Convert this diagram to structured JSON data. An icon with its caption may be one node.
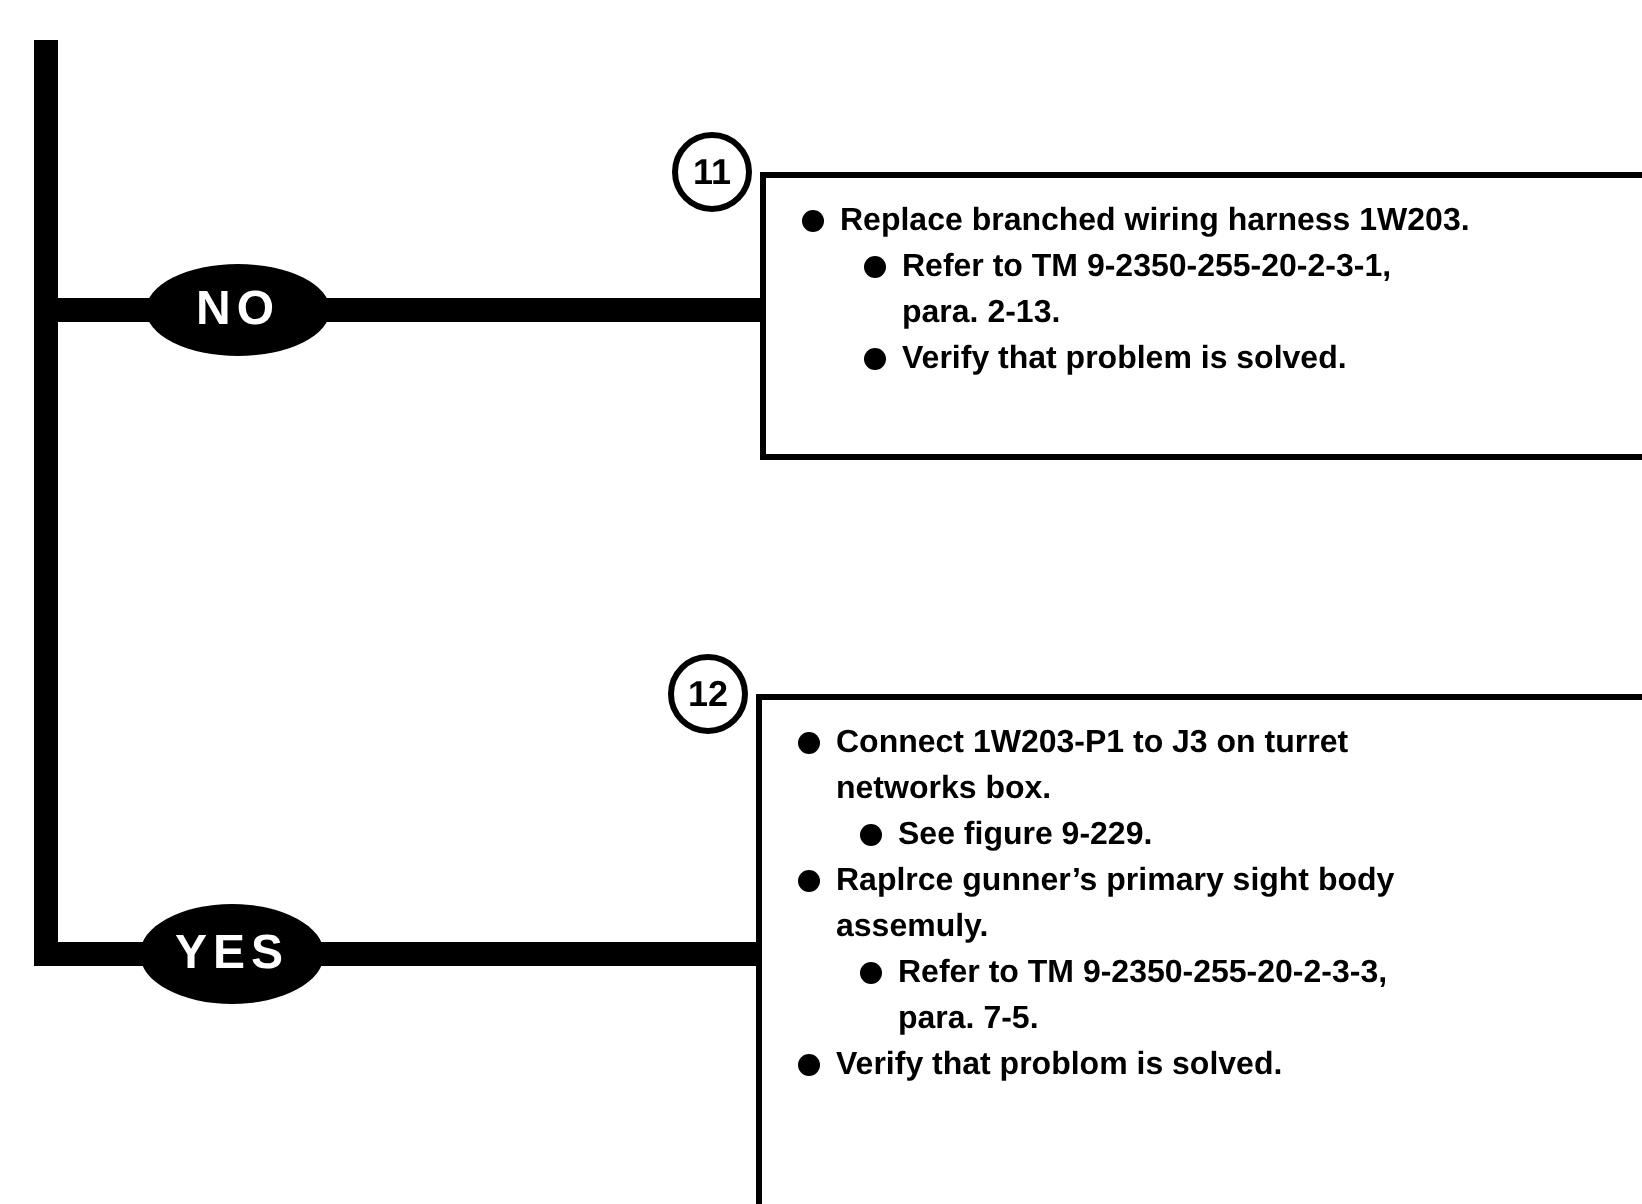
{
  "diagram": {
    "nodes": [
      {
        "text": [
          "NO"
        ]
      },
      {
        "text": [
          "11",
          "Replace branched wiring harness 1W203.",
          "Refer to TM 9-2350-255-20-2-3-1, para. 2-13.",
          "Verify that problem is solved."
        ]
      },
      {
        "text": [
          "YES"
        ]
      },
      {
        "text": [
          "12",
          "Connect 1W203-P1 to J3 on turret networks box.",
          "See figure 9-229.",
          "Raplrce gunner’s primary sight body assemuly.",
          "Refer to TM 9-2350-255-20-2-3-3, para. 7-5.",
          "Verify that problom is solved."
        ]
      }
    ],
    "edges": [
      {
        "from": null,
        "to": 0,
        "arrow": "none"
      },
      {
        "from": null,
        "to": 2,
        "arrow": "none"
      },
      {
        "from": 0,
        "to": 1,
        "arrow": "none"
      },
      {
        "from": 2,
        "to": 3,
        "arrow": "none"
      }
    ]
  }
}
